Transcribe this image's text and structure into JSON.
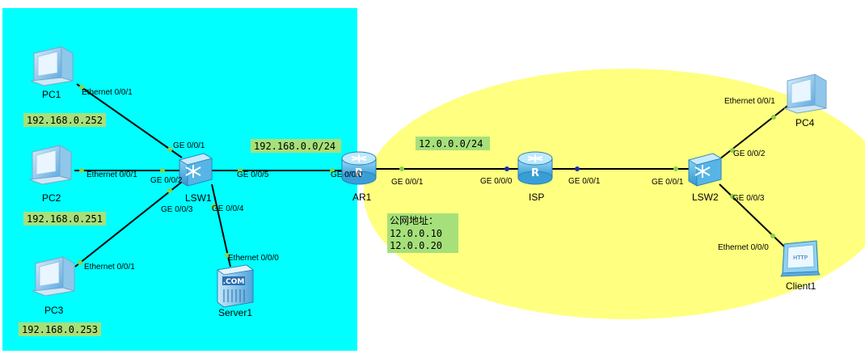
{
  "zones": {
    "lan_color": "#00ffff",
    "wan_color": "#ffff80"
  },
  "devices": {
    "pc1": "PC1",
    "pc2": "PC2",
    "pc3": "PC3",
    "pc4": "PC4",
    "server1": "Server1",
    "client1": "Client1",
    "lsw1": "LSW1",
    "lsw2": "LSW2",
    "ar1": "AR1",
    "isp": "ISP"
  },
  "ports": {
    "pc1_eth": "Ethernet 0/0/1",
    "lsw1_pc1": "GE 0/0/1",
    "pc2_eth": "Ethernet 0/0/1",
    "lsw1_pc2": "GE 0/0/2",
    "pc3_eth": "Ethernet 0/0/1",
    "lsw1_pc3": "GE 0/0/3",
    "lsw1_server": "GE 0/0/4",
    "server_eth": "Ethernet 0/0/0",
    "lsw1_ar1": "GE 0/0/5",
    "ar1_lsw1": "GE 0/0/0",
    "ar1_isp": "GE 0/0/1",
    "isp_ar1": "GE 0/0/0",
    "isp_lsw2": "GE 0/0/1",
    "lsw2_isp": "GE 0/0/1",
    "lsw2_pc4": "GE 0/0/2",
    "pc4_eth": "Ethernet 0/0/1",
    "lsw2_client": "GE 0/0/3",
    "client_eth": "Ethernet 0/0/0"
  },
  "ip_labels": {
    "pc1_ip": "192.168.0.252",
    "pc2_ip": "192.168.0.251",
    "pc3_ip": "192.168.0.253",
    "lan_subnet": "192.168.0.0/24",
    "wan_subnet": "12.0.0.0/24",
    "public_title": "公网地址：",
    "public_ip_1": "12.0.0.10",
    "public_ip_2": "12.0.0.20"
  },
  "server_badge": ".COM",
  "client_badge": "HTTP",
  "colors": {
    "label_bg": "#a6e07a",
    "link": "#000000",
    "port_green": "#8bd14a",
    "port_blue": "#1a2ea8",
    "device_blue": "#3fb1e0"
  }
}
